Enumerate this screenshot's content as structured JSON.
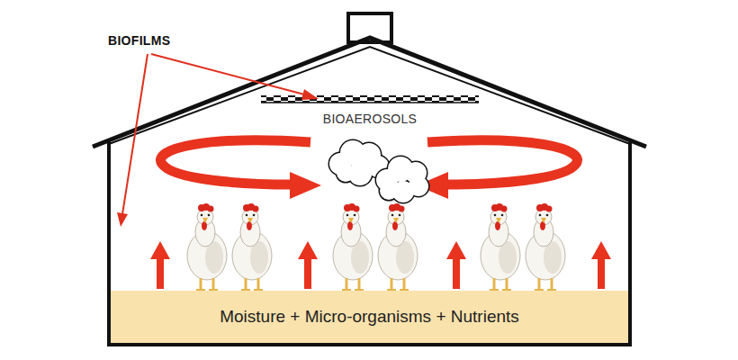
{
  "diagram": {
    "nodes": [
      {
        "text": [
          "Moisture + Micro-organisms + Nutrients"
        ]
      }
    ],
    "labels": [
      "BIOFILMS",
      "BIOAEROSOLS"
    ]
  }
}
